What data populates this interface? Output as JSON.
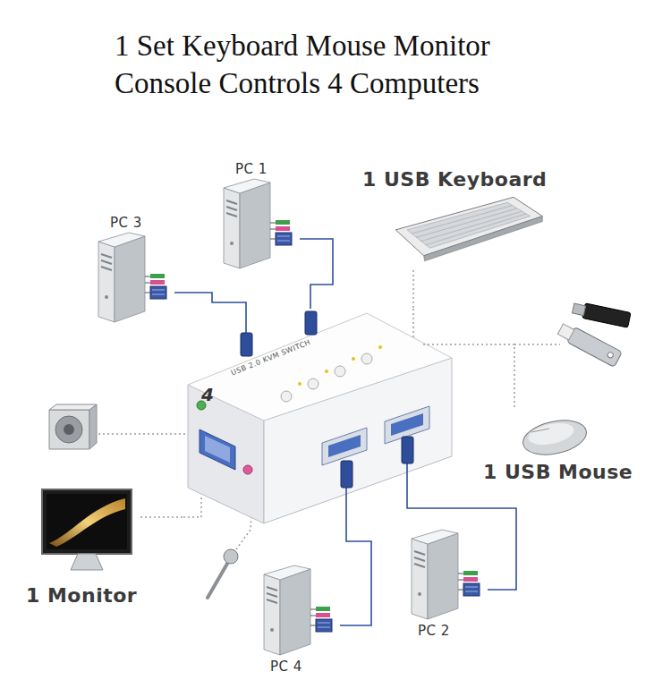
{
  "diagram": {
    "title": "1 Set Keyboard Mouse Monitor Console Controls 4 Computers",
    "nodes": [
      {
        "text": [
          "PC 1"
        ]
      },
      {
        "text": [
          "1 USB Keyboard"
        ]
      },
      {
        "text": [
          "PC 3"
        ]
      },
      {
        "text": [
          "4",
          "USB 2.0 KVM SWITCH"
        ]
      },
      {
        "text": [
          "1 USB Mouse"
        ]
      },
      {
        "text": [
          "1 Monitor"
        ]
      },
      {
        "text": [
          "PC 2"
        ]
      },
      {
        "text": [
          "PC 4"
        ]
      }
    ],
    "edges": [
      {
        "from": 0,
        "to": 3,
        "arrow": "none"
      },
      {
        "from": 1,
        "to": 3,
        "arrow": "none"
      },
      {
        "from": 2,
        "to": 3,
        "arrow": "none"
      },
      {
        "from": 4,
        "to": 3,
        "arrow": "none"
      },
      {
        "from": 5,
        "to": 3,
        "arrow": "none"
      },
      {
        "from": 6,
        "to": 3,
        "arrow": "none"
      },
      {
        "from": 7,
        "to": 3,
        "arrow": "none"
      }
    ]
  }
}
